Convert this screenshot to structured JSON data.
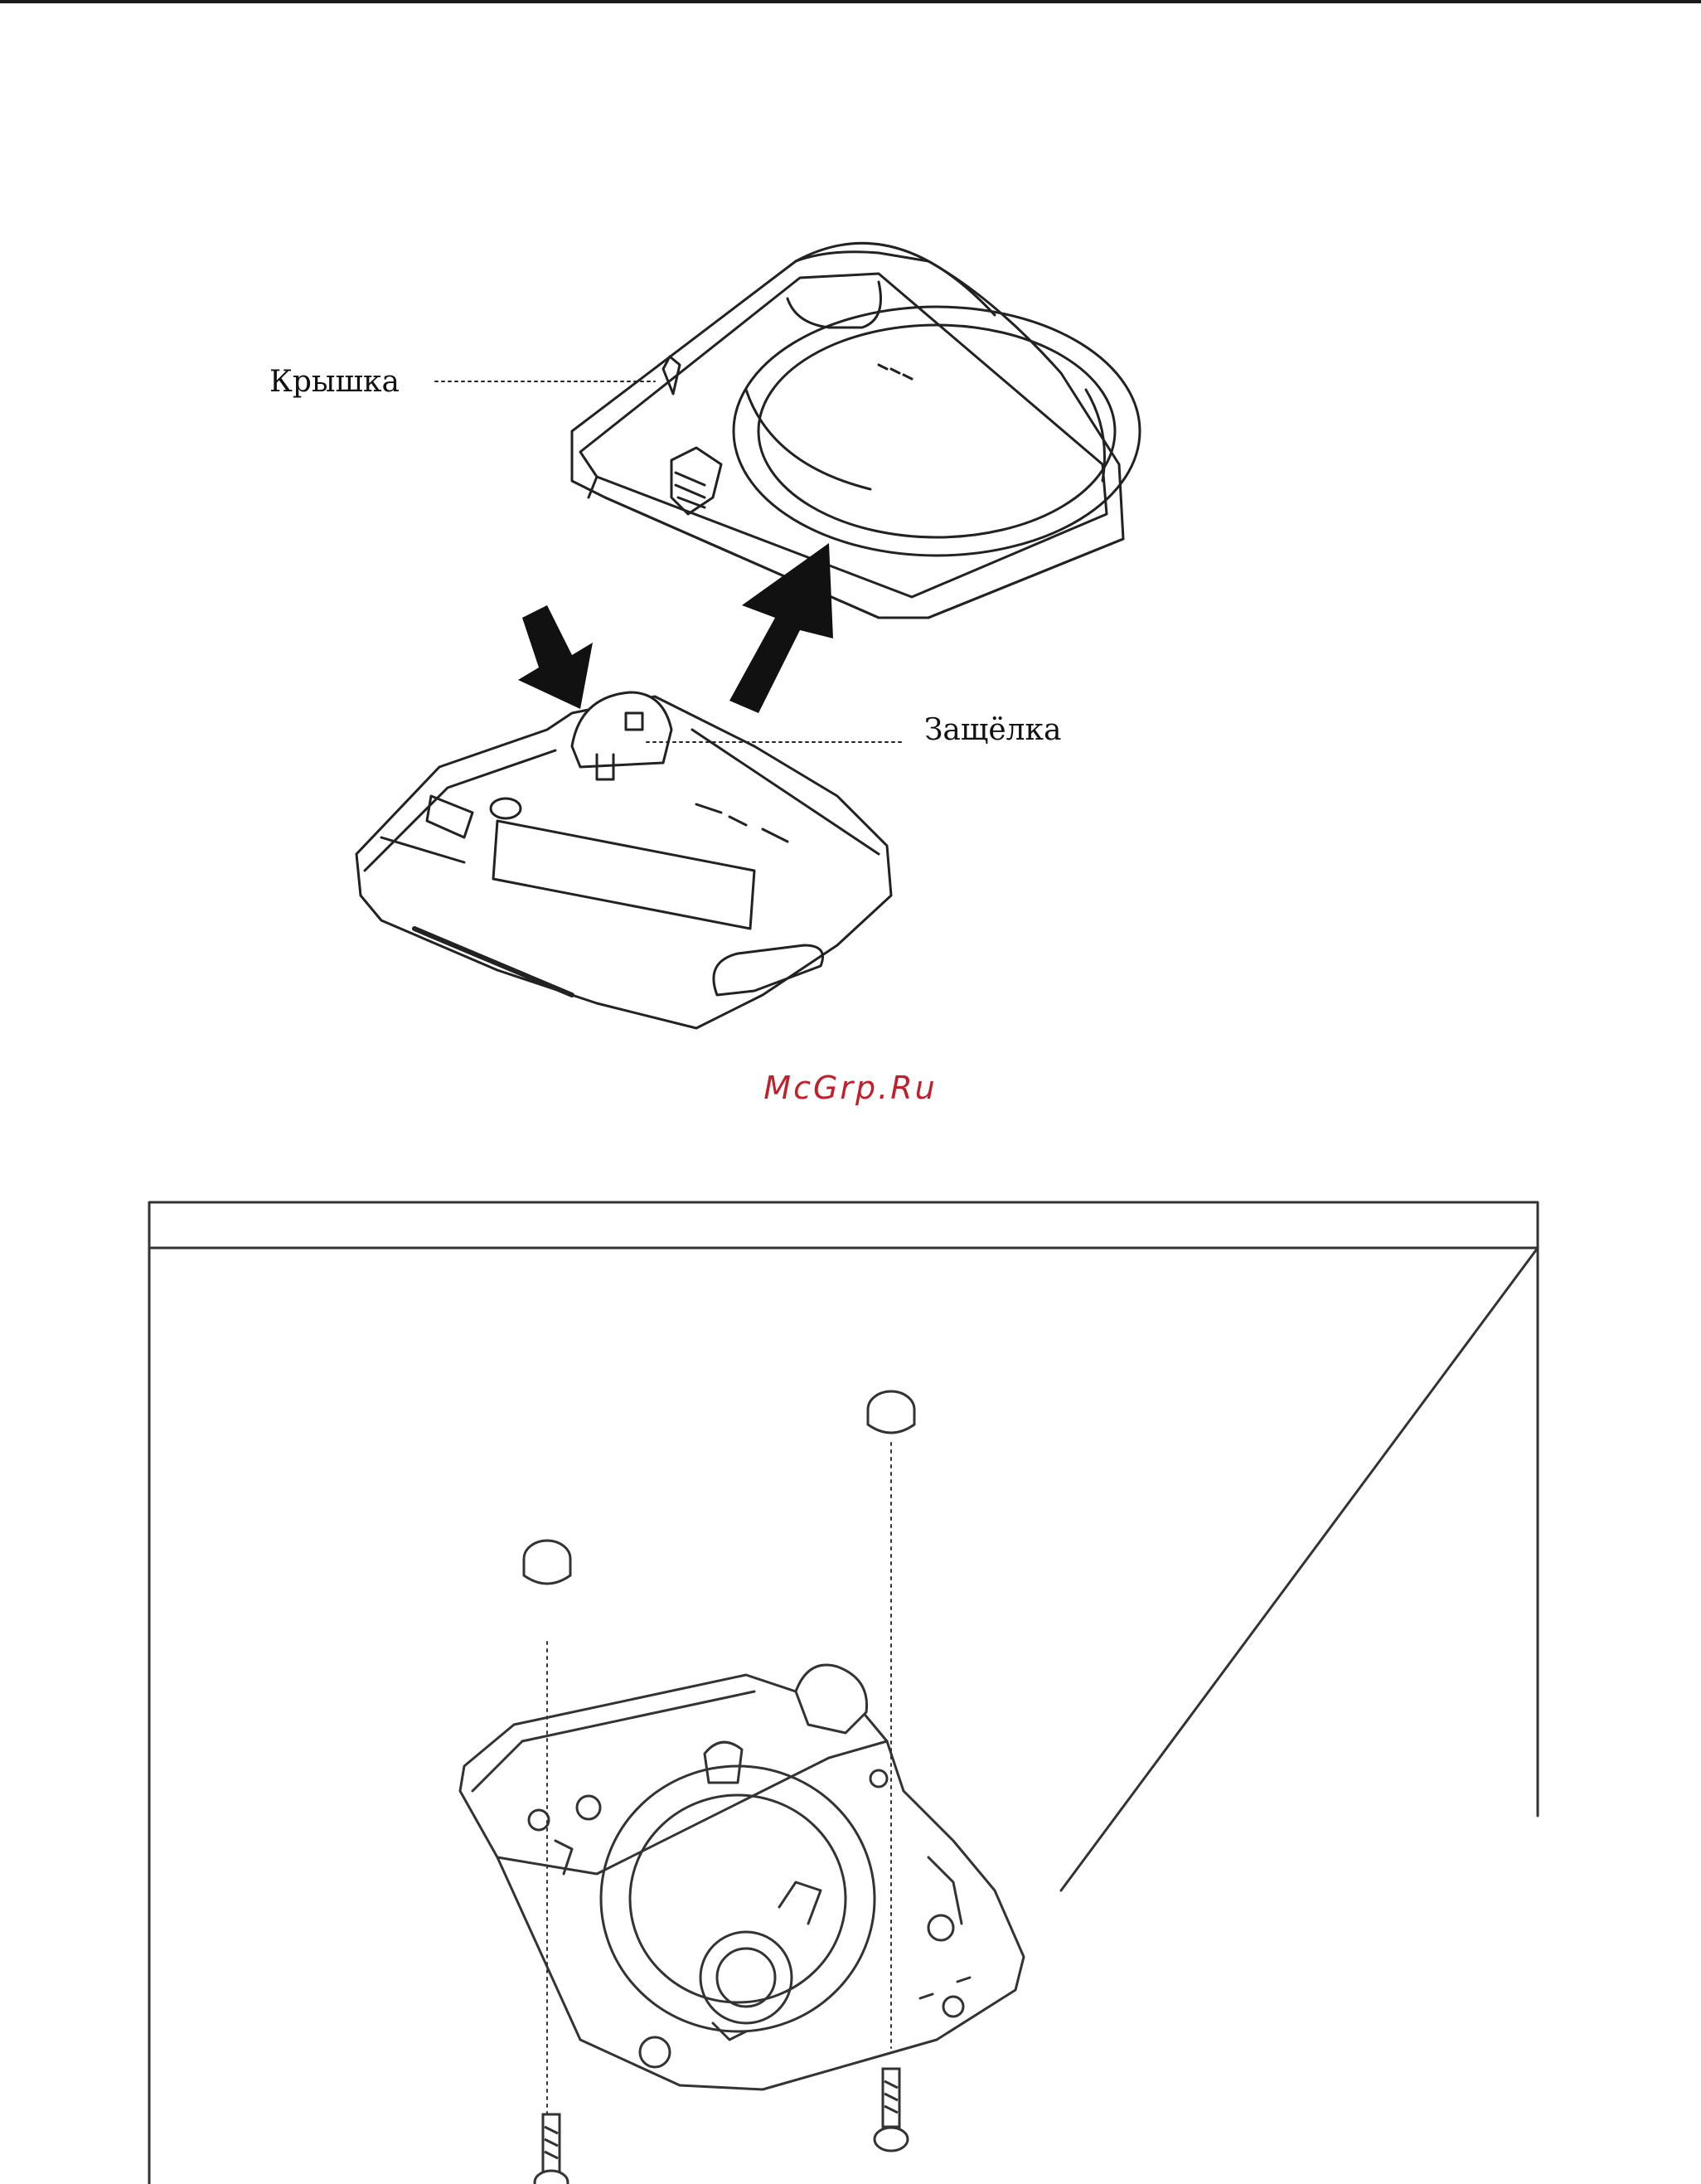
{
  "labels": {
    "cover": "Крышка",
    "latch": "Защёлка"
  },
  "watermark": "McGrp.Ru",
  "icons": {
    "up_arrow": "up-arrow-icon",
    "down_arrow": "down-arrow-icon"
  }
}
